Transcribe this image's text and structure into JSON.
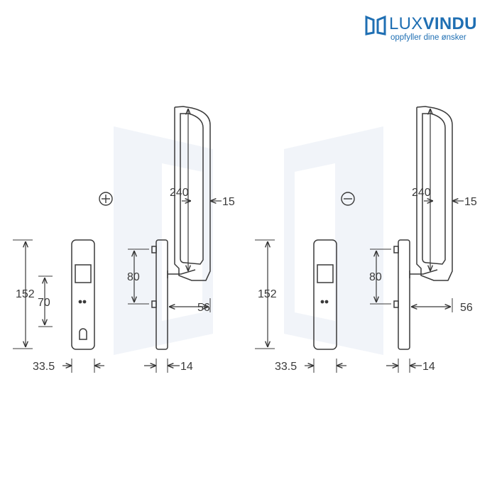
{
  "brand": {
    "name_light": "LUX",
    "name_bold": "VINDU",
    "tagline": "oppfyller dine ønsker",
    "color": "#1f6fb3"
  },
  "drawings": [
    {
      "variant_symbol": "plus",
      "dimensions": {
        "handle_length": "240",
        "handle_width": "15",
        "rose_height": "152",
        "keyhole_spacing": "70",
        "rose_width": "33.5",
        "fixing_spacing": "80",
        "projection": "56",
        "plate_thickness": "14"
      }
    },
    {
      "variant_symbol": "minus",
      "dimensions": {
        "handle_length": "240",
        "handle_width": "15",
        "rose_height": "152",
        "rose_width": "33.5",
        "fixing_spacing": "80",
        "projection": "56",
        "plate_thickness": "14"
      }
    }
  ]
}
